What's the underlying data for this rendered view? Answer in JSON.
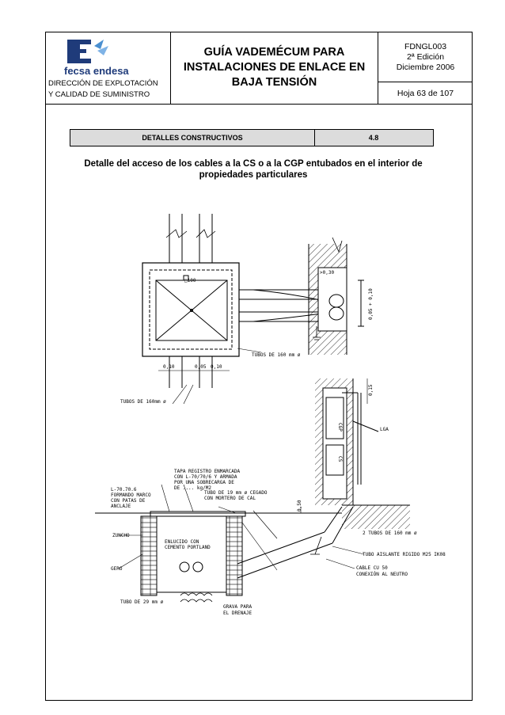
{
  "header": {
    "logo_letter": "E",
    "logo_text": "fecsa endesa",
    "department_line1": "DIRECCIÓN DE EXPLOTACIÓN",
    "department_line2": "Y CALIDAD DE SUMINISTRO",
    "title_line1": "GUÍA VADEMÉCUM PARA",
    "title_line2": "INSTALACIONES DE ENLACE EN",
    "title_line3": "BAJA TENSIÓN",
    "doc_code": "FDNGL003",
    "edition": "2ª Edición",
    "date": "Diciembre 2006",
    "page": "Hoja 63 de 107"
  },
  "section": {
    "label": "DETALLES CONSTRUCTIVOS",
    "number": "4.8"
  },
  "subtitle": {
    "line1": "Detalle del acceso de los cables a la CS o a la CGP entubados en el interior de",
    "line2": "propiedades particulares"
  },
  "drawing_labels": {
    "square_dim": "□100",
    "dim_010_left": "0,10",
    "dim_005": "0,05",
    "dim_010_right": "0,10",
    "tubos_top": "TUBOS DE 160 mm ø",
    "tubos_left": "TUBOS DE 160mm ø",
    "dim_030": ">0,30",
    "dim_height": "0,05 + 0,10",
    "dim_015": "0,15",
    "cgp": "CGP",
    "cs": "CS",
    "lga": "LGA",
    "tapa_line1": "TAPA REGISTRO ENMARCADA",
    "tapa_line2": "CON L-70/70/6 Y ARMADA",
    "tapa_line3": "POR UNA SOBRECARGA DE",
    "tapa_line4": "DE .... kg/M2",
    "l70_line1": "L-70.70.6",
    "l70_line2": "FORMANDO MARCO",
    "l70_line3": "CON PATAS DE",
    "l70_line4": "ANCLAJE",
    "tubo19_line1": "TUBO DE 19 mm ø CEGADO",
    "tubo19_line2": "CON MORTERO DE CAL",
    "dim_050": "0,50",
    "zuncho": "ZUNCHO",
    "enlucido_line1": "ENLUCIDO CON",
    "enlucido_line2": "CEMENTO PORTLAND",
    "gero": "GERO",
    "tubos_2": "2 TUBOS DE 160 mm ø",
    "tubo_aislante": "TUBO AISLANTE RIGIDO M25 IK08",
    "cable_line1": "CABLE CU 50",
    "cable_line2": "CONEXIÓN AL NEUTRO",
    "tubo29": "TUBO DE 29 mm ø",
    "grava_line1": "GRAVA PARA",
    "grava_line2": "EL DRENAJE"
  },
  "colors": {
    "logo_blue": "#1f3b7a",
    "logo_light_blue": "#4a8fd0",
    "section_bar_bg": "#dcdcdc"
  }
}
